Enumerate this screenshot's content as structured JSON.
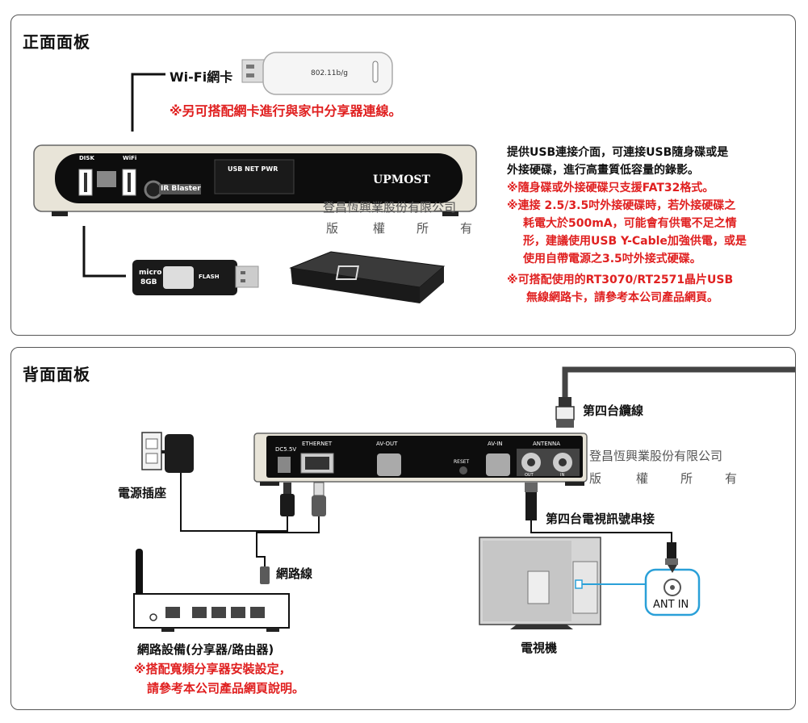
{
  "front": {
    "title": "正面面板",
    "wifi_label": "Wi-Fi網卡",
    "wifi_note": "※另可搭配網卡進行與家中分享器連線。",
    "device": {
      "disk_label": "DISK",
      "wifi_port_label": "WiFi",
      "ir_label": "IR Blaster",
      "display_text": "USB NET PWR",
      "brand": "UPMOST"
    },
    "dongle_text": "802.11b/g",
    "flash": {
      "line1": "micro",
      "line2": "8GB",
      "tag": "FLASH"
    },
    "watermark": {
      "line1": "登昌恆興業股份有限公司",
      "line2": [
        "版",
        "權",
        "所",
        "有"
      ]
    },
    "desc": {
      "line1": "提供USB連接介面，可連接USB隨身碟或是",
      "line2": "外接硬碟，進行高畫質低容量的錄影。",
      "note1": "※隨身碟或外接硬碟只支援FAT32格式。",
      "note2_l1": "※連接 2.5/3.5吋外接硬碟時，若外接硬碟之",
      "note2_l2": "耗電大於500mA，可能會有供電不足之情",
      "note2_l3": "形，建議使用USB Y-Cable加強供電，或是",
      "note2_l4": "使用自帶電源之3.5吋外接式硬碟。",
      "note3_l1": "※可搭配使用的RT3070/RT2571晶片USB",
      "note3_l2": "無線網路卡，請參考本公司產品網頁。"
    }
  },
  "back": {
    "title": "背面面板",
    "ports": {
      "dc": "DC5.5V",
      "ethernet": "ETHERNET",
      "avout": "AV-OUT",
      "reset": "RESET",
      "avin": "AV-IN",
      "antenna": "ANTENNA",
      "out": "OUT",
      "in": "IN"
    },
    "cable4_label": "第四台纜線",
    "outlet_label": "電源插座",
    "net_cable_label": "網路線",
    "tv_chain_label": "第四台電視訊號串接",
    "ant_in_label": "ANT IN",
    "tv_label": "電視機",
    "router_label": "網路設備(分享器/路由器)",
    "router_note_l1": "※搭配寬頻分享器安裝設定，",
    "router_note_l2": "請參考本公司產品網頁說明。",
    "watermark": {
      "line1": "登昌恆興業股份有限公司",
      "line2": [
        "版",
        "權",
        "所",
        "有"
      ]
    }
  },
  "colors": {
    "accent_red": "#e02020",
    "highlight_blue": "#2aa0d8"
  }
}
